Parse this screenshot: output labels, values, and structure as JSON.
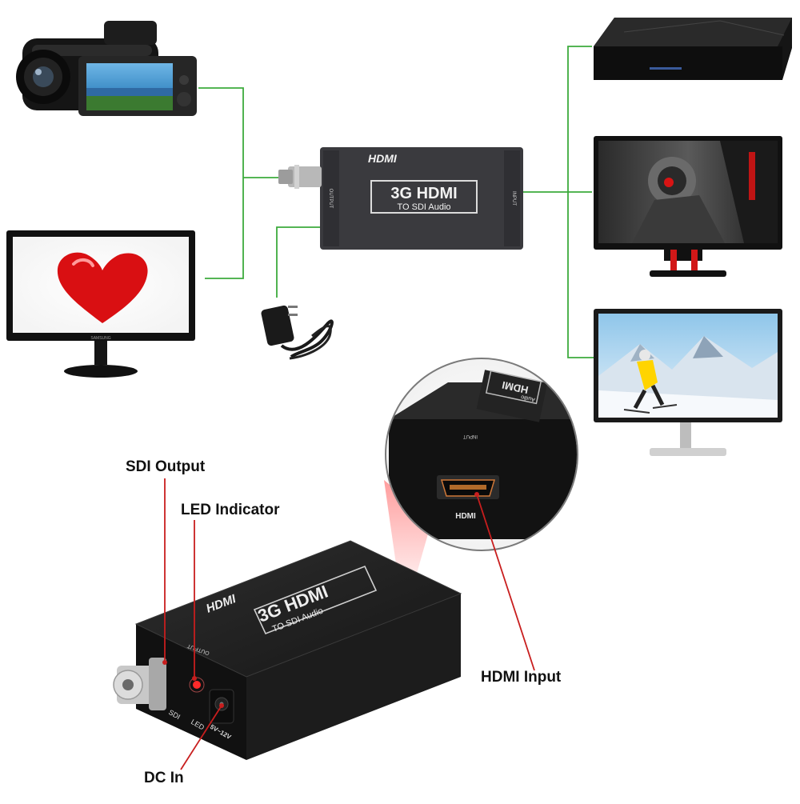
{
  "colors": {
    "connector_line": "#3cab3c",
    "callout_line": "#c81e1e",
    "device_body": "#1b1b1b",
    "device_body_top": "#2c2c2c",
    "callout_glow": "#ff5555"
  },
  "converter_top": {
    "brand": "HDMI",
    "title": "3G HDMI",
    "subtitle": "TO SDI Audio",
    "left_port_label": "OUTPUT",
    "right_port_label": "INPUT"
  },
  "converter_bottom": {
    "brand": "HDMI",
    "title": "3G HDMI",
    "subtitle": "TO SDI Audio",
    "output_label": "OUTPUT",
    "sdi_label": "SDI",
    "led_label": "LED",
    "power_label": "5V~12V"
  },
  "zoom_inset": {
    "input_label": "INPUT",
    "port_label": "HDMI",
    "brand": "HDMI",
    "subtitle": "Audio"
  },
  "tv_brand": "SAMSUNG",
  "callouts": {
    "sdi_output": "SDI Output",
    "led_indicator": "LED Indicator",
    "hdmi_input": "HDMI Input",
    "dc_in": "DC In"
  },
  "icons": {
    "camcorder": "camcorder-icon",
    "tv": "tv-icon",
    "power_adapter": "power-adapter-icon",
    "bluray": "bluray-player-icon",
    "monitor_game": "monitor-icon",
    "monitor_ski": "monitor-icon"
  }
}
